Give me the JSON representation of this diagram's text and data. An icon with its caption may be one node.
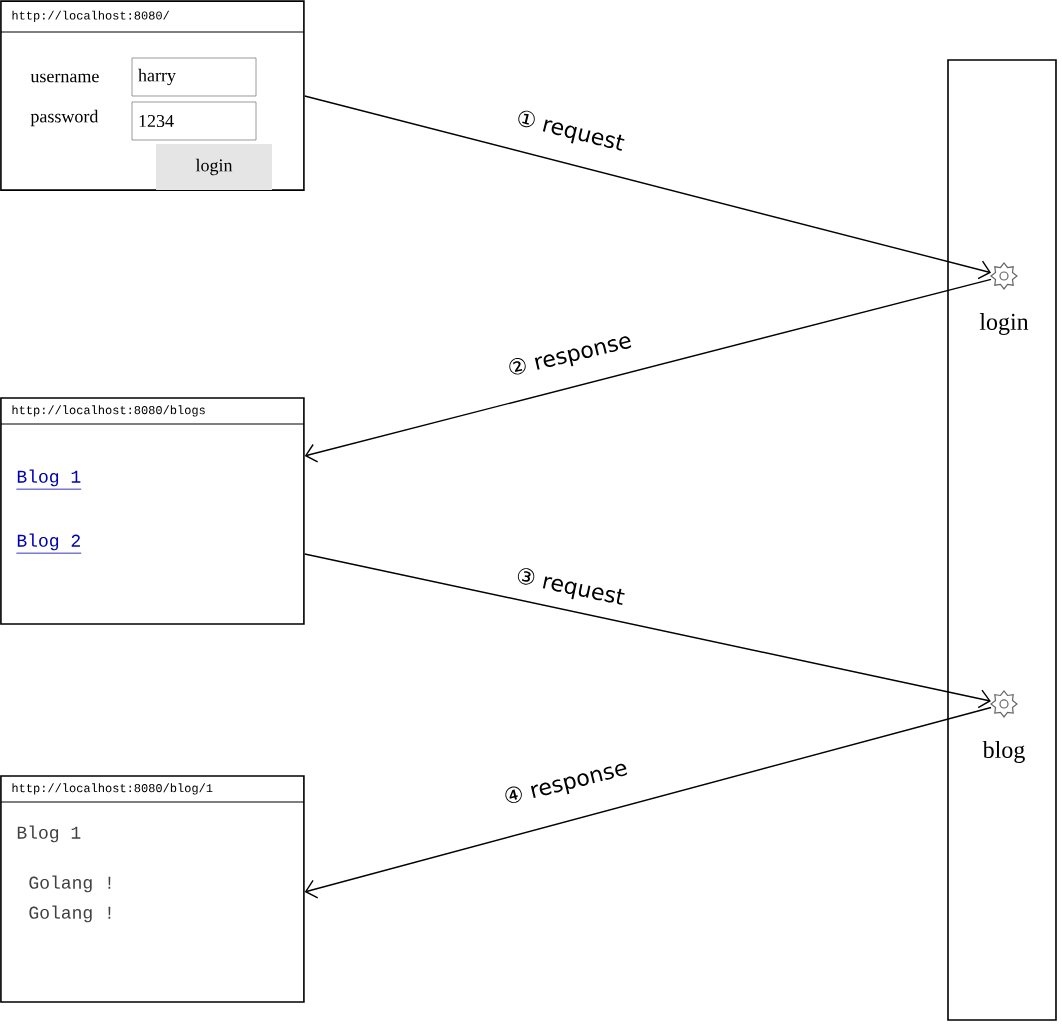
{
  "diagram": {
    "nodes": [
      {
        "text": [
          "http://localhost:8080/"
        ]
      },
      {
        "text": [
          "harry"
        ],
        "in": 0
      },
      {
        "text": [
          "1234"
        ],
        "in": 0
      },
      {
        "text": [
          "login"
        ],
        "in": 0
      },
      {
        "text": [
          "http://localhost:8080/blogs",
          "Blog 1",
          "Blog 2"
        ]
      },
      {
        "text": [
          "http://localhost:8080/blog/1",
          "Blog 1",
          "Golang !",
          "Golang !"
        ]
      },
      {
        "text": [],
        "shape": "box"
      },
      {
        "text": [],
        "shape": "gear",
        "in": 6,
        "beside": [
          "login"
        ]
      },
      {
        "text": [],
        "shape": "gear",
        "in": 6,
        "beside": [
          "blog"
        ]
      }
    ],
    "edges": [
      {
        "from": 0,
        "to": 7,
        "arrow": "to",
        "label": "① request"
      },
      {
        "from": 7,
        "to": 4,
        "arrow": "to",
        "label": "② response"
      },
      {
        "from": 4,
        "to": 8,
        "arrow": "to",
        "label": "③ request"
      },
      {
        "from": 8,
        "to": 5,
        "arrow": "to",
        "label": "④ response"
      }
    ],
    "labels": [
      "username",
      "password"
    ]
  }
}
